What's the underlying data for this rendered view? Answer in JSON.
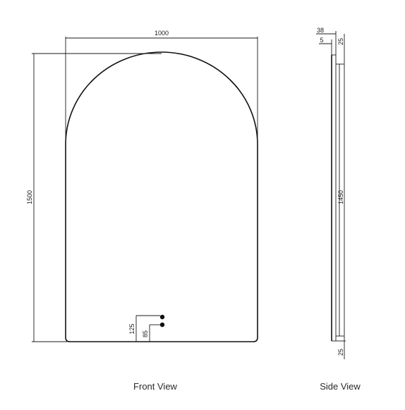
{
  "front_view": {
    "caption": "Front View",
    "width_label": "1000",
    "height_label": "1500",
    "sensor_label_125": "125",
    "sensor_label_85": "85"
  },
  "side_view": {
    "caption": "Side View",
    "depth_label": "38",
    "offset_label": "5",
    "top_inset_label": "25",
    "inner_height_label": "1450",
    "bottom_inset_label": "25"
  }
}
